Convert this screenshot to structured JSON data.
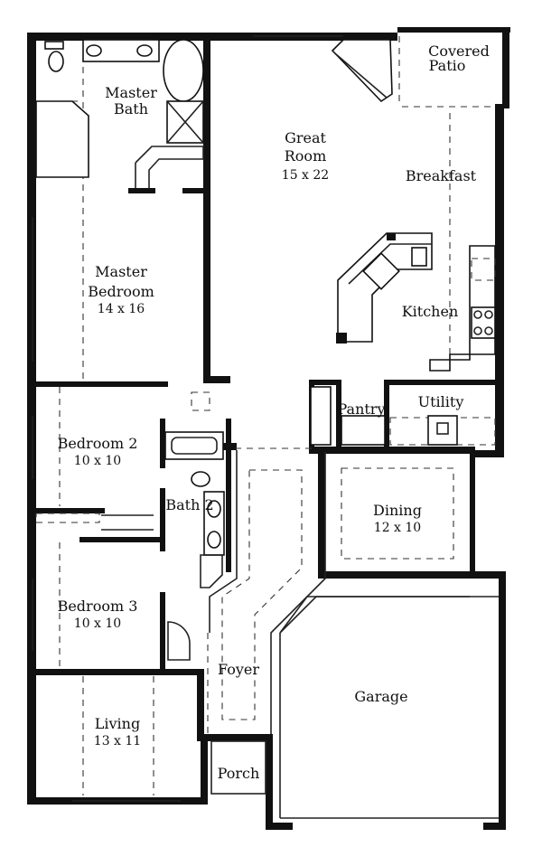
{
  "rooms": {
    "covered_patio": {
      "name_line1": "Covered",
      "name_line2": "Patio"
    },
    "master_bath": {
      "name_line1": "Master",
      "name_line2": "Bath"
    },
    "great_room": {
      "name_line1": "Great",
      "name_line2": "Room",
      "size": "15 x 22"
    },
    "breakfast": {
      "name": "Breakfast"
    },
    "master_bedroom": {
      "name_line1": "Master",
      "name_line2": "Bedroom",
      "size": "14 x 16"
    },
    "kitchen": {
      "name": "Kitchen"
    },
    "pantry": {
      "name": "Pantry"
    },
    "utility": {
      "name": "Utility"
    },
    "bedroom2": {
      "name": "Bedroom 2",
      "size": "10 x 10"
    },
    "bath2": {
      "name": "Bath 2"
    },
    "dining": {
      "name": "Dining",
      "size": "12 x 10"
    },
    "bedroom3": {
      "name": "Bedroom 3",
      "size": "10 x 10"
    },
    "foyer": {
      "name": "Foyer"
    },
    "garage": {
      "name": "Garage"
    },
    "living": {
      "name": "Living",
      "size": "13 x 11"
    },
    "porch": {
      "name": "Porch"
    }
  },
  "colors": {
    "wall": "#111111",
    "background": "#ffffff"
  }
}
